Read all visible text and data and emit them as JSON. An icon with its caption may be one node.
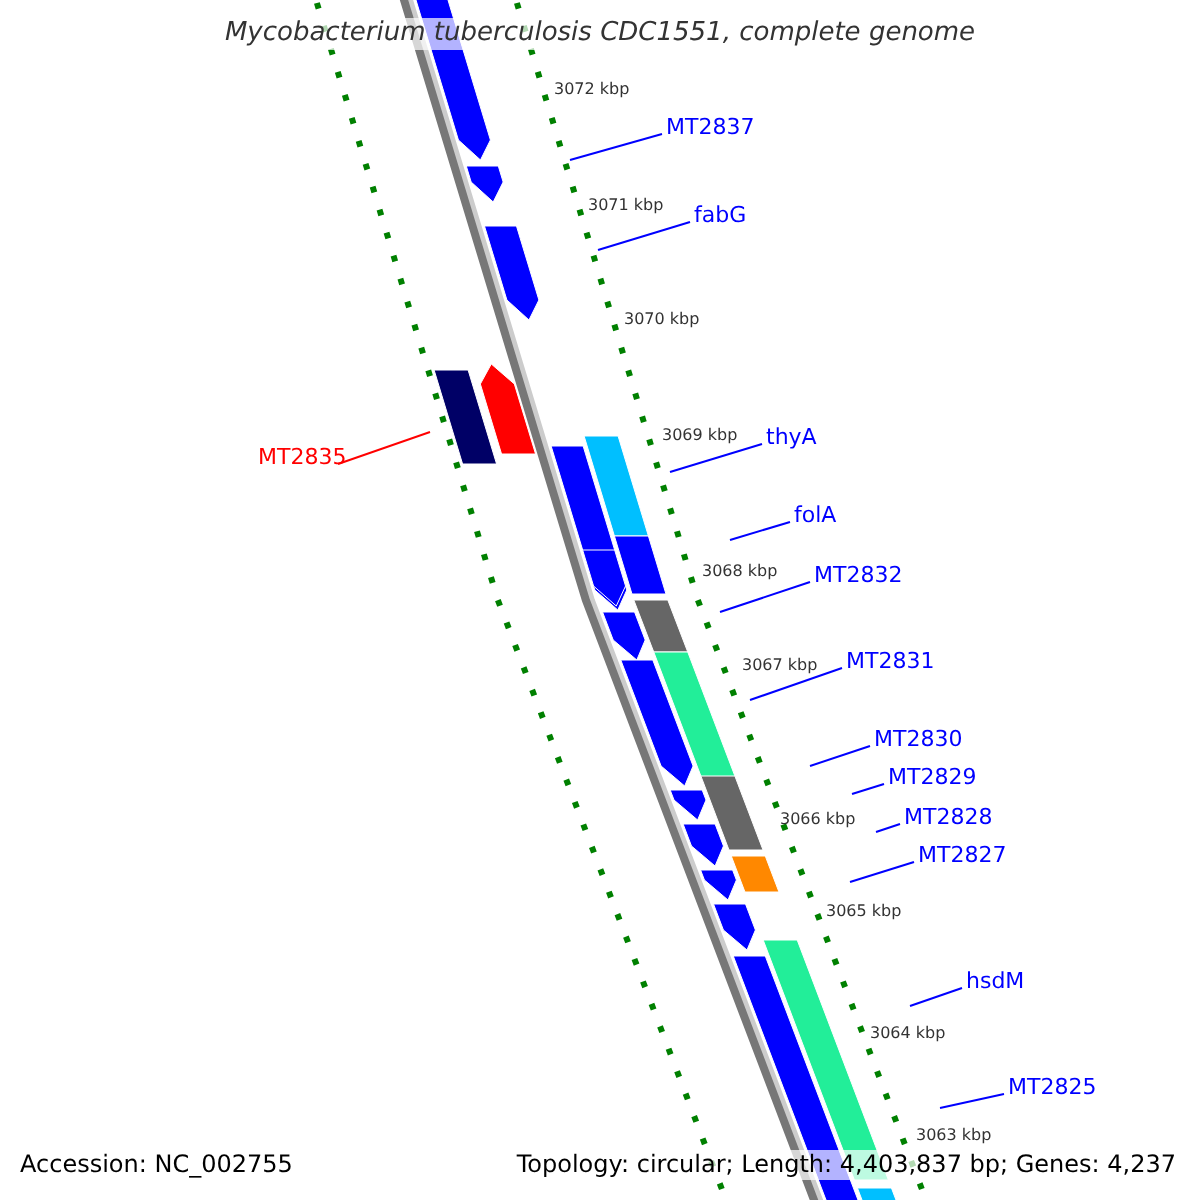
{
  "diagram": {
    "title": "Mycobacterium tuberculosis CDC1551, complete genome",
    "nodes": [
      {
        "text": [
          "MT2837"
        ]
      },
      {
        "text": [
          "fabG"
        ]
      },
      {
        "text": [
          "MT2835"
        ]
      },
      {
        "text": [
          "thyA"
        ]
      },
      {
        "text": [
          "folA"
        ]
      },
      {
        "text": [
          "MT2832"
        ]
      },
      {
        "text": [
          "MT2831"
        ]
      },
      {
        "text": [
          "MT2830"
        ]
      },
      {
        "text": [
          "MT2829"
        ]
      },
      {
        "text": [
          "MT2828"
        ]
      },
      {
        "text": [
          "MT2827"
        ]
      },
      {
        "text": [
          "hsdM"
        ]
      },
      {
        "text": [
          "MT2825"
        ]
      }
    ],
    "edges": [
      {
        "from": 0,
        "to": null,
        "arrow": "none"
      },
      {
        "from": 1,
        "to": null,
        "arrow": "none"
      },
      {
        "from": 2,
        "to": null,
        "arrow": "none",
        "color": "#ff0000"
      },
      {
        "from": 3,
        "to": null,
        "arrow": "none"
      },
      {
        "from": 4,
        "to": null,
        "arrow": "none"
      },
      {
        "from": 5,
        "to": null,
        "arrow": "none"
      },
      {
        "from": 6,
        "to": null,
        "arrow": "none"
      },
      {
        "from": 7,
        "to": null,
        "arrow": "none"
      },
      {
        "from": 8,
        "to": null,
        "arrow": "none"
      },
      {
        "from": 9,
        "to": null,
        "arrow": "none"
      },
      {
        "from": 10,
        "to": null,
        "arrow": "none"
      },
      {
        "from": 11,
        "to": null,
        "arrow": "none"
      },
      {
        "from": 12,
        "to": null,
        "arrow": "none"
      }
    ],
    "labels": [
      "3072 kbp",
      "3071 kbp",
      "3070 kbp",
      "3069 kbp",
      "3068 kbp",
      "3067 kbp",
      "3066 kbp",
      "3065 kbp",
      "3064 kbp",
      "3063 kbp",
      "Accession: NC_002755",
      "Topology: circular; Length: 4,403,837 bp; Genes: 4,237"
    ]
  }
}
